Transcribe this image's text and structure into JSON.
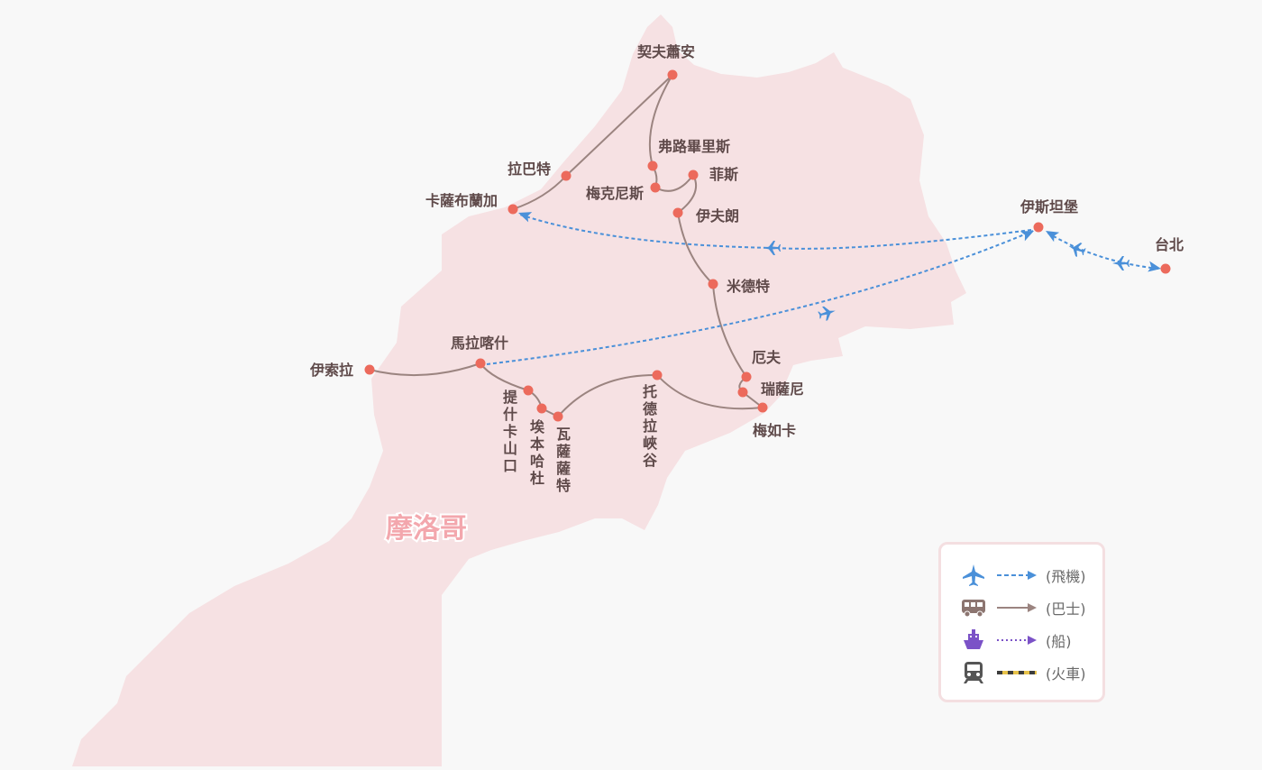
{
  "map": {
    "country_label": "摩洛哥",
    "cities": [
      {
        "id": "chefchaouen",
        "name": "契夫蕭安"
      },
      {
        "id": "rabat",
        "name": "拉巴特"
      },
      {
        "id": "casablanca",
        "name": "卡薩布蘭加"
      },
      {
        "id": "volubilis",
        "name": "弗路畢里斯"
      },
      {
        "id": "meknes",
        "name": "梅克尼斯"
      },
      {
        "id": "fes",
        "name": "菲斯"
      },
      {
        "id": "ifrane",
        "name": "伊夫朗"
      },
      {
        "id": "midelt",
        "name": "米德特"
      },
      {
        "id": "erfoud",
        "name": "厄夫"
      },
      {
        "id": "rissani",
        "name": "瑞薩尼"
      },
      {
        "id": "merzouga",
        "name": "梅如卡"
      },
      {
        "id": "todra",
        "name": "托德拉峽谷"
      },
      {
        "id": "ouarzazate",
        "name": "瓦薩薩特"
      },
      {
        "id": "ait_benhaddou",
        "name": "埃本哈杜"
      },
      {
        "id": "tizi_ntichka",
        "name": "提什卡山口"
      },
      {
        "id": "marrakech",
        "name": "馬拉喀什"
      },
      {
        "id": "essaouira",
        "name": "伊索拉"
      },
      {
        "id": "istanbul",
        "name": "伊斯坦堡"
      },
      {
        "id": "taipei",
        "name": "台北"
      }
    ],
    "bus_route": [
      "casablanca",
      "rabat",
      "chefchaouen",
      "volubilis",
      "meknes",
      "fes",
      "ifrane",
      "midelt",
      "erfoud",
      "rissani",
      "merzouga",
      "todra",
      "ouarzazate",
      "ait_benhaddou",
      "tizi_ntichka",
      "marrakech",
      "essaouira"
    ],
    "flights": [
      {
        "from": "taipei",
        "to": "istanbul"
      },
      {
        "from": "istanbul",
        "to": "casablanca"
      },
      {
        "from": "marrakech",
        "to": "istanbul"
      }
    ],
    "colors": {
      "land": "#f6e1e3",
      "sea": "#f8f8f8",
      "city_dot": "#ec6a5c",
      "bus_line": "#9b8480",
      "flight_line": "#4a90d9",
      "ship_line": "#7b52c7",
      "train_dash_a": "#3d3d3d",
      "train_dash_b": "#e8c34a"
    }
  },
  "legend": {
    "items": [
      {
        "icon": "airplane-icon",
        "label": "(飛機)"
      },
      {
        "icon": "bus-icon",
        "label": "(巴士)"
      },
      {
        "icon": "ship-icon",
        "label": "(船)"
      },
      {
        "icon": "train-icon",
        "label": "(火車)"
      }
    ]
  }
}
